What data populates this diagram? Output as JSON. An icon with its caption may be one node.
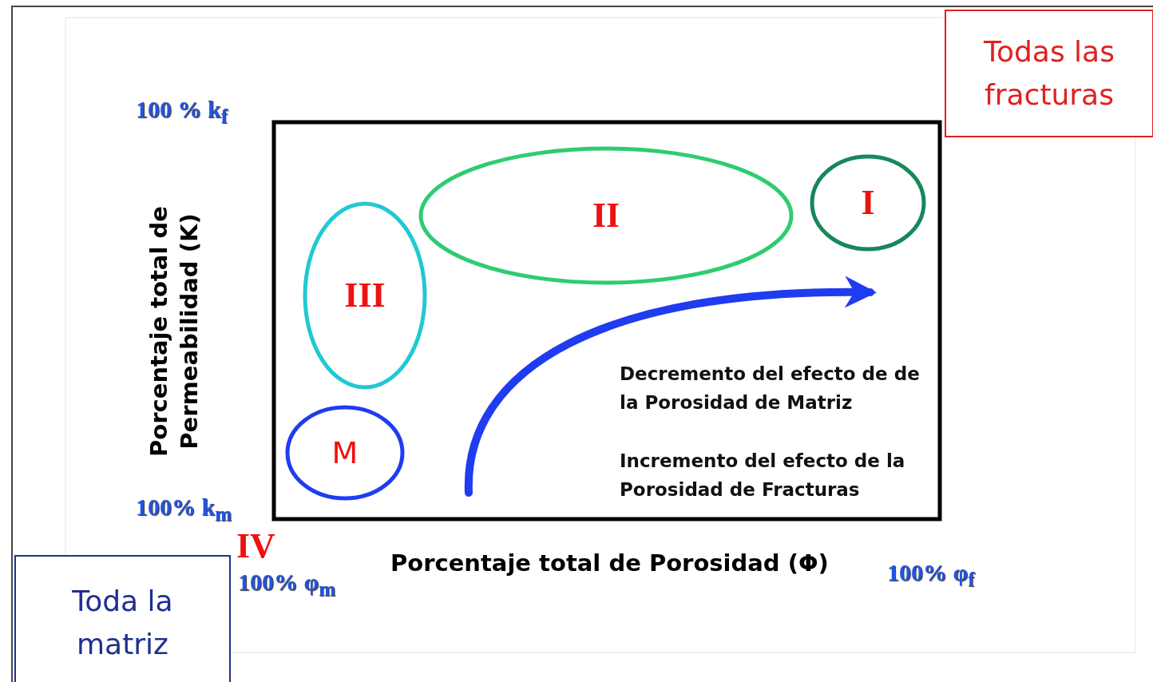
{
  "diagram": {
    "nodes": [
      {
        "text": [
          "Todas las fracturas"
        ]
      },
      {
        "text": [
          "II"
        ]
      },
      {
        "text": [
          "I"
        ]
      },
      {
        "text": [
          "III"
        ]
      },
      {
        "text": [
          "M"
        ]
      },
      {
        "text": [
          "Toda la matriz"
        ]
      }
    ],
    "labels": [
      "100 % k$_{f}$",
      "Porcentaje total de Permeabilidad (K)",
      "Decremento del efecto de de la Porosidad de Matriz",
      "Incremento del efecto de la Porosidad de Fracturas",
      "100% k$_{m}$",
      "IV",
      "Porcentaje total de Porosidad (Φ)",
      "100% φ$_{m}$",
      "100% φ$_{f}$"
    ]
  }
}
